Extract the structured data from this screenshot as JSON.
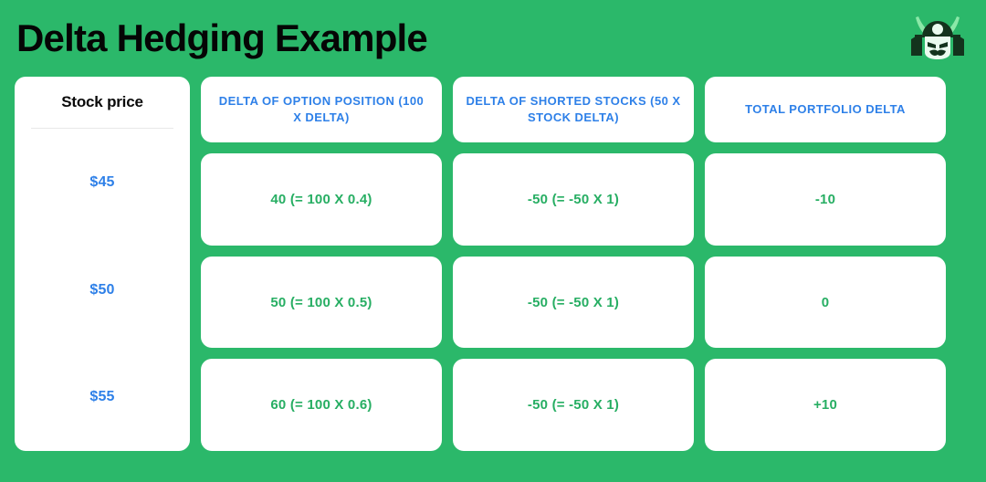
{
  "header": {
    "title": "Delta Hedging Example",
    "logo_name": "samurai-mask-logo"
  },
  "theme": {
    "background_green": "#2BB86A",
    "card_white": "#FFFFFF",
    "accent_blue": "#2E80E8",
    "value_green": "#27AE63",
    "title_black": "#050505",
    "divider_gray": "#E8E8E8"
  },
  "table": {
    "columns": [
      {
        "key": "stock_price",
        "label": "Stock price",
        "style": "black-bold"
      },
      {
        "key": "option_delta",
        "label": "DELTA OF OPTION POSITION (100 X DELTA)",
        "style": "blue-uppercase"
      },
      {
        "key": "shorted_delta",
        "label": "DELTA OF SHORTED STOCKS (50 X STOCK DELTA)",
        "style": "blue-uppercase"
      },
      {
        "key": "total_delta",
        "label": "TOTAL PORTFOLIO DELTA",
        "style": "blue-uppercase"
      }
    ],
    "rows": [
      {
        "stock_price": "$45",
        "option_delta": "40 (= 100 X 0.4)",
        "shorted_delta": "-50 (= -50 X 1)",
        "total_delta": "-10"
      },
      {
        "stock_price": "$50",
        "option_delta": "50 (= 100 X 0.5)",
        "shorted_delta": "-50 (= -50 X 1)",
        "total_delta": "0"
      },
      {
        "stock_price": "$55",
        "option_delta": "60 (= 100 X 0.6)",
        "shorted_delta": "-50 (= -50 X 1)",
        "total_delta": "+10"
      }
    ]
  }
}
